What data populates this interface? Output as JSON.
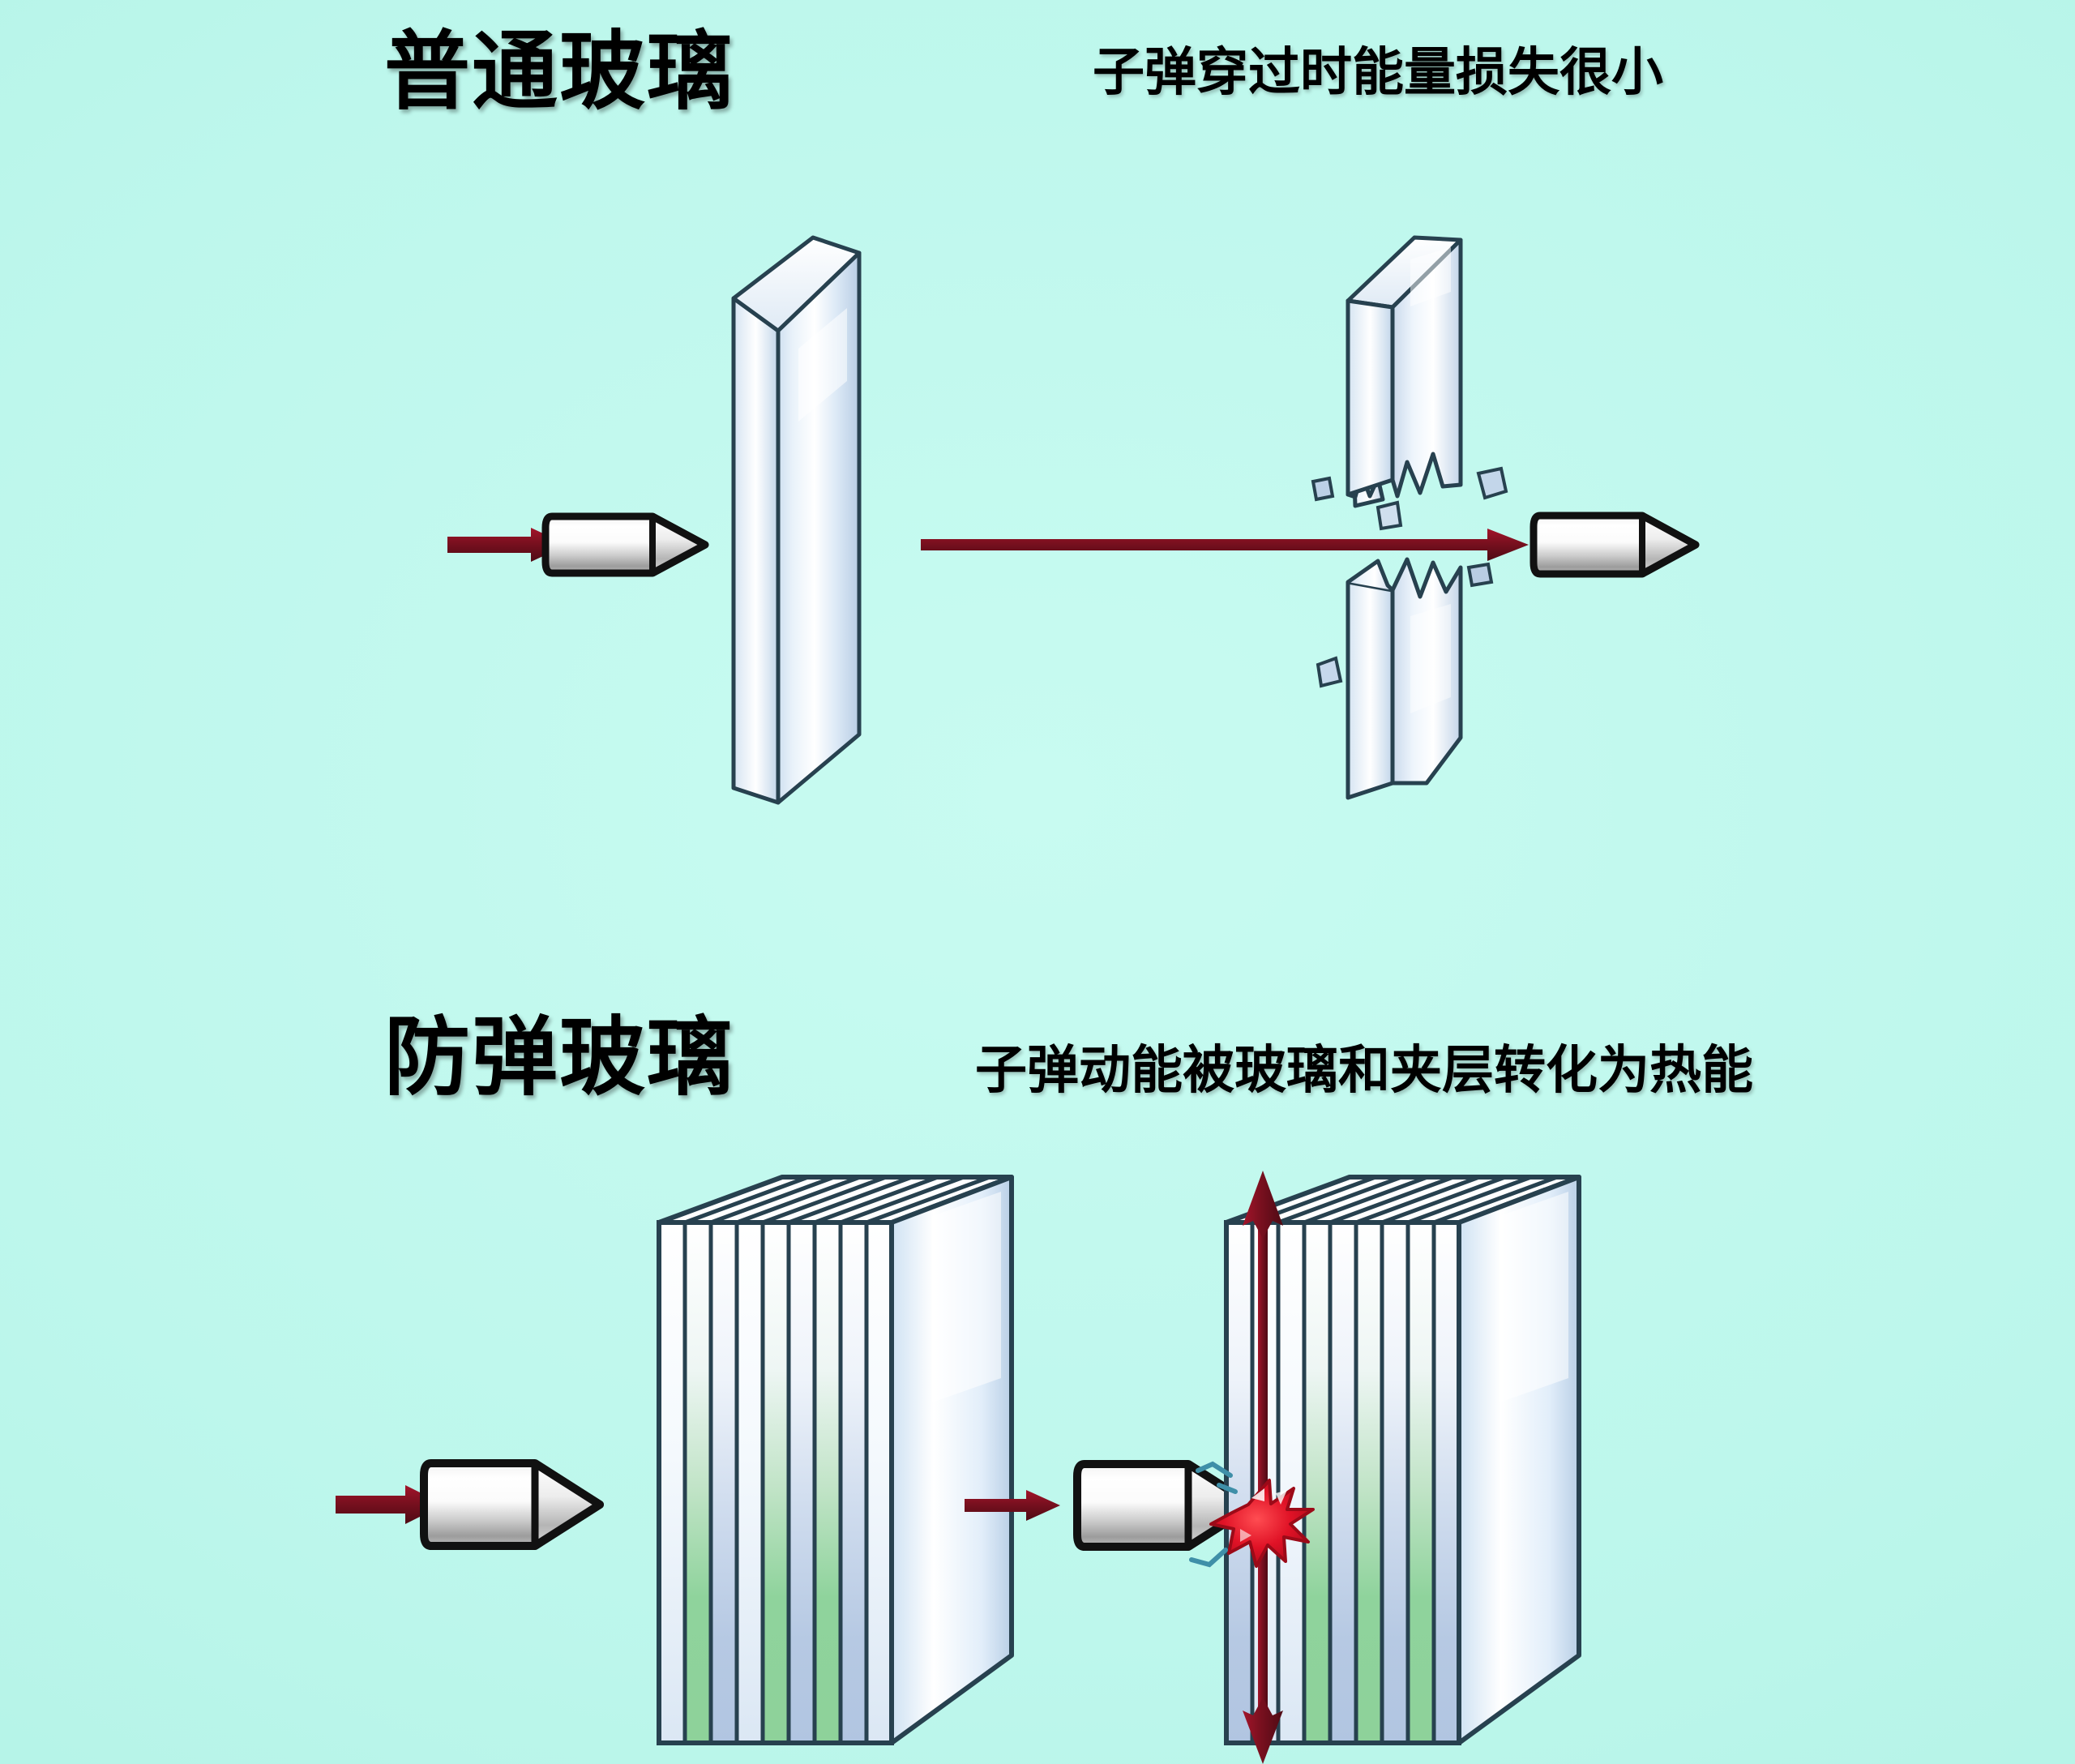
{
  "background": {
    "color_center": "#c8fbf1",
    "color_edge": "#a6ecdf"
  },
  "palette": {
    "arrow_red": "#8b1020",
    "arrow_red_dark": "#5e0a16",
    "impact_red": "#d81126",
    "glass_outline": "#27414f",
    "glass_light": "#ffffff",
    "glass_blue": "#b9cbe4",
    "glass_green": "#8ed29a",
    "bullet_outline": "#111111",
    "bullet_body_light": "#ffffff",
    "bullet_body_grey": "#9d9d9d",
    "text_black": "#000000"
  },
  "panels": [
    {
      "id": "ordinary-glass",
      "title": "普通玻璃",
      "caption": "子弹穿过时能量损失很小",
      "before": {
        "arrow_name": "incoming-direction-arrow",
        "bullet_name": "bullet-incoming",
        "glass_name": "ordinary-glass-pane",
        "glass_layers": 1
      },
      "after": {
        "glass_name": "shattered-glass-pane",
        "shards": 2,
        "debris_fragments": 5,
        "trajectory_arrow_name": "penetration-trajectory-arrow",
        "bullet_name": "bullet-exiting"
      },
      "result": "penetrated"
    },
    {
      "id": "bulletproof-glass",
      "title": "防弹玻璃",
      "caption": "子弹动能被玻璃和夹层转化为热能",
      "before": {
        "arrow_name": "incoming-direction-arrow",
        "bullet_name": "bullet-incoming",
        "glass_name": "laminated-glass-block",
        "glass_layers": 9,
        "edge_arrow_name": "impact-point-marker-arrow"
      },
      "after": {
        "glass_name": "laminated-glass-block-impacted",
        "glass_layers": 9,
        "bullet_name": "bullet-stopped",
        "impact_name": "impact-burst-star",
        "energy_arrow_name": "energy-dissipation-arrow"
      },
      "result": "stopped"
    }
  ]
}
